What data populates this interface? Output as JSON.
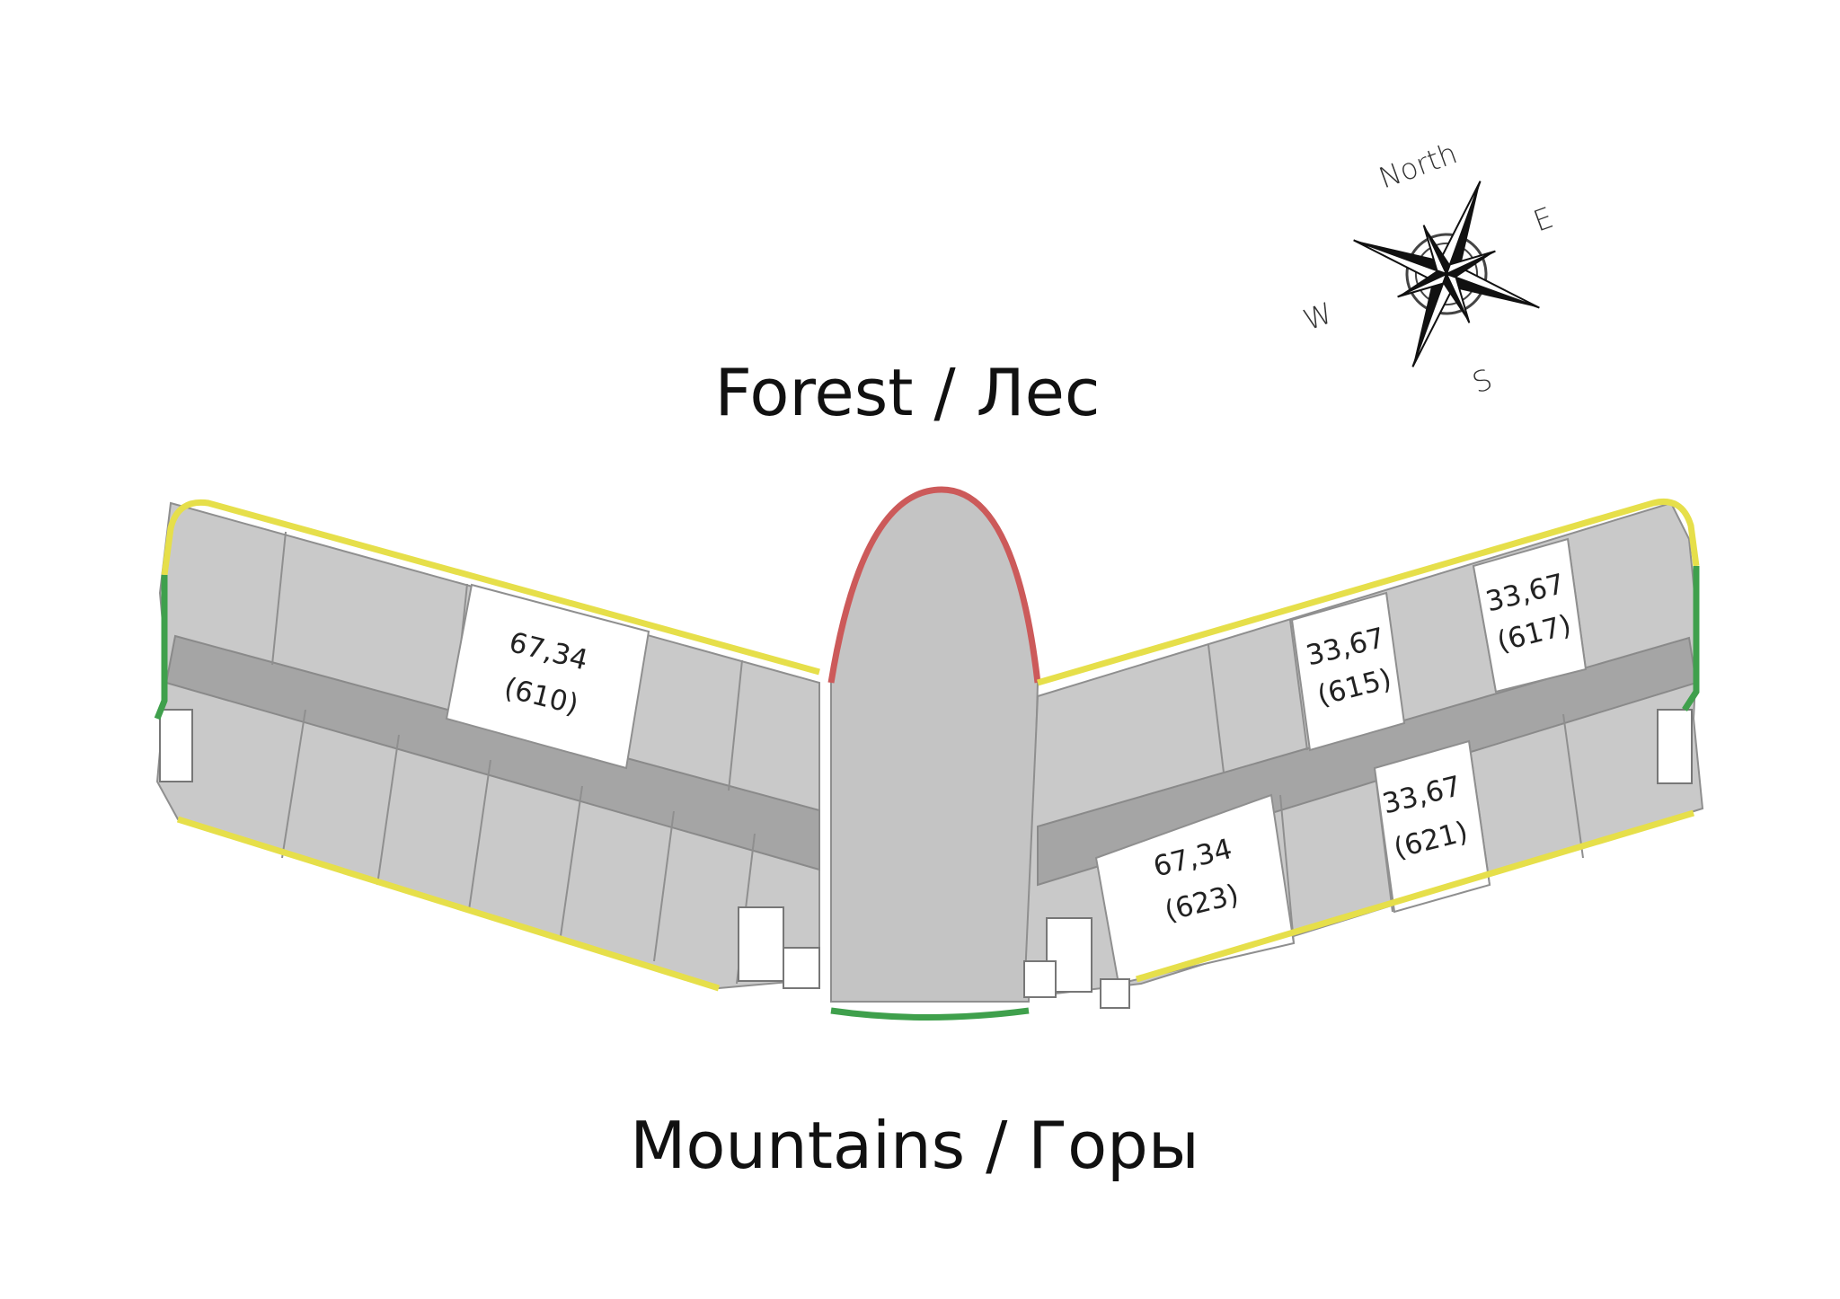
{
  "labels": {
    "top": "Forest / Лес",
    "bottom": "Mountains / Горы"
  },
  "compass": {
    "north": "North",
    "east": "E",
    "west": "W",
    "south": "S"
  },
  "units": [
    {
      "id": "610",
      "area": "67,34",
      "number": "(610)"
    },
    {
      "id": "615",
      "area": "33,67",
      "number": "(615)"
    },
    {
      "id": "617",
      "area": "33,67",
      "number": "(617)"
    },
    {
      "id": "621",
      "area": "33,67",
      "number": "(621)"
    },
    {
      "id": "623",
      "area": "67,34",
      "number": "(623)"
    }
  ],
  "colors": {
    "view_forest_side": "#e6df4a",
    "view_green": "#3fa04c",
    "view_red": "#cc5a5a",
    "available_unit": "#ffffff",
    "occupied_unit": "#c9c9c9",
    "corridor": "#a5a5a5"
  }
}
